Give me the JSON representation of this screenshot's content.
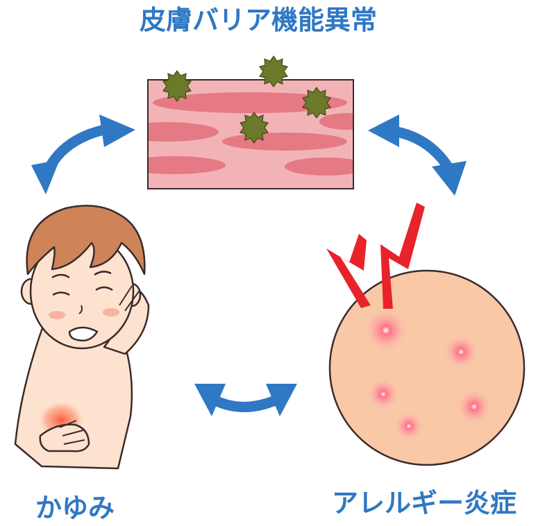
{
  "labels": {
    "top": "皮膚バリア機能異常",
    "bottom_left": "かゆみ",
    "bottom_right": "アレルギー炎症"
  },
  "colors": {
    "label_blue": "#2f78c4",
    "arrow_blue": "#2f78c4",
    "skin_pink": "#f2b3b7",
    "skin_stripe": "#e57984",
    "allergen_green": "#6b7a2a",
    "circle_skin": "#f9c8a6",
    "inflammation_red": "#e8232a"
  },
  "icons": {
    "skin_tissue": "skin-cross-section-icon",
    "allergen": "allergen-particle-icon",
    "child": "itchy-child-illustration",
    "inflamed_skin": "inflamed-skin-circle-icon",
    "cycle_arrow": "double-curved-arrow-icon"
  }
}
